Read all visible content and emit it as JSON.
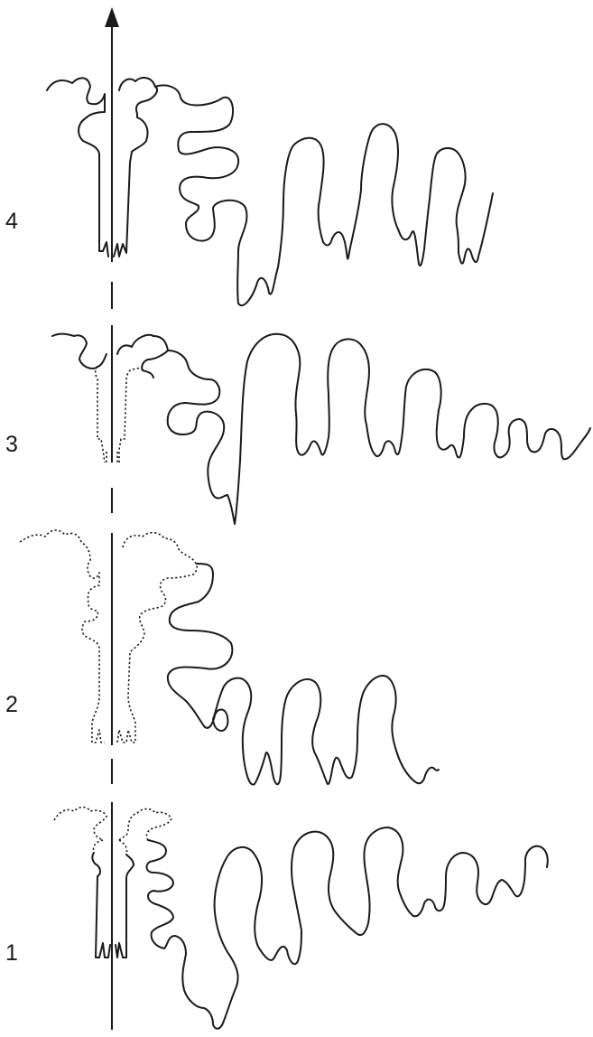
{
  "rows": [
    {
      "label": "4",
      "shaft_style": "solid"
    },
    {
      "label": "3",
      "shaft_style": "dotted"
    },
    {
      "label": "2",
      "shaft_style": "dotted"
    },
    {
      "label": "1",
      "shaft_style": "solid"
    }
  ],
  "stroke_color": "#1a1a1a",
  "background": "#ffffff"
}
